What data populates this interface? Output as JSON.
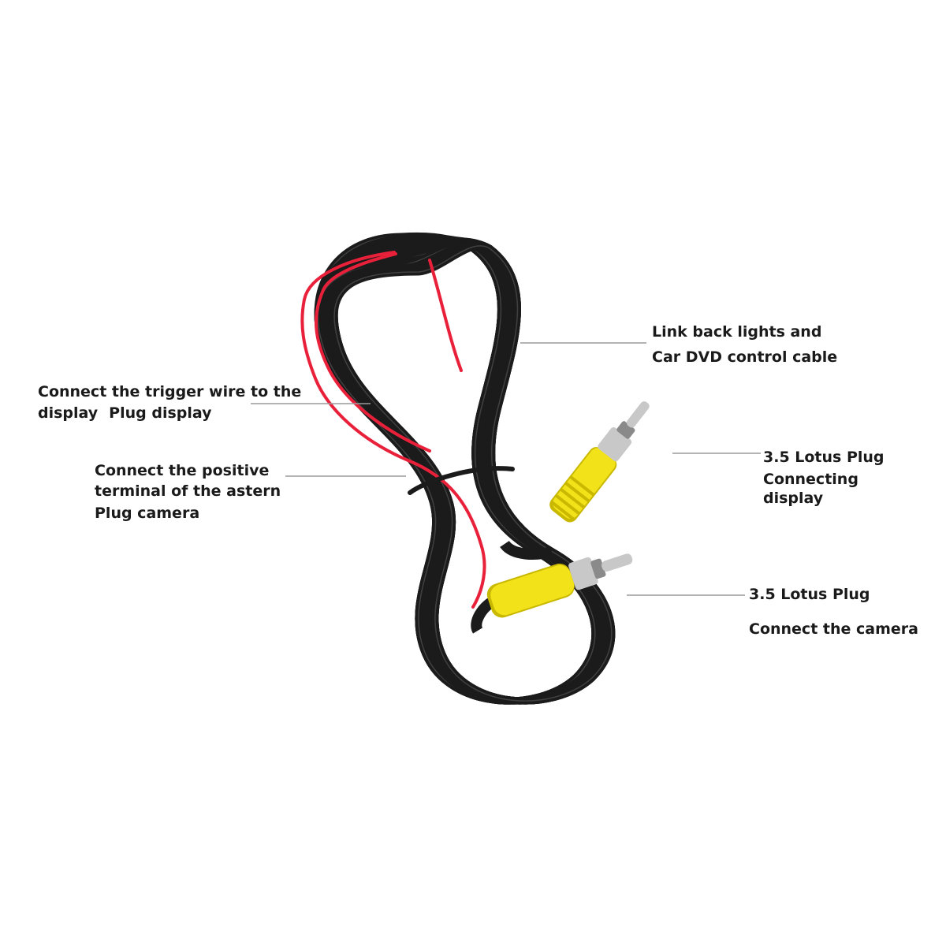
{
  "colors": {
    "background": "#ffffff",
    "cable_black": "#1b1b1b",
    "cable_highlight": "#5a5a5a",
    "trigger_wire_red": "#e8203a",
    "plug_yellow": "#f2e21a",
    "plug_yellow_shadow": "#c9b800",
    "plug_metal": "#c8c8c8",
    "leader_line": "#9a9a9a",
    "text": "#1a1a1a"
  },
  "labels": {
    "control_cable": {
      "line1": "Link back lights and",
      "line2": "Car DVD control cable"
    },
    "trigger_wire": {
      "line1": "Connect the trigger wire to the",
      "line2a": "display",
      "line2b": "Plug display"
    },
    "positive_terminal": {
      "line1": "Connect the positive",
      "line2": "terminal of the astern",
      "line3": "Plug camera"
    },
    "lotus_display": {
      "line1": "3.5 Lotus Plug",
      "line2": "Connecting",
      "line3": "display"
    },
    "lotus_camera": {
      "line1": "3.5 Lotus Plug",
      "line2": "Connect the camera"
    }
  }
}
